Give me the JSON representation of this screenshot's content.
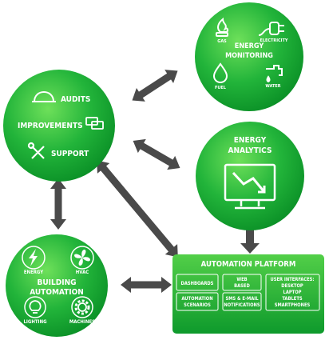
{
  "colors": {
    "green_light": "#6ee05a",
    "green_dark": "#0a8f26",
    "arrow": "#4a4a4a",
    "text": "#ffffff"
  },
  "energy_monitoring": {
    "title_line1": "ENERGY",
    "title_line2": "MONITORING",
    "items": [
      {
        "label": "GAS",
        "icon": "gas-flame-icon"
      },
      {
        "label": "ELECTRICITY",
        "icon": "plug-icon"
      },
      {
        "label": "FUEL",
        "icon": "fuel-drop-icon"
      },
      {
        "label": "WATER",
        "icon": "water-tap-icon"
      }
    ]
  },
  "services": {
    "audits": "AUDITS",
    "improvements": "IMPROVEMENTS",
    "support": "SUPPORT",
    "icons": [
      "hard-hat-icon",
      "screens-icon",
      "tools-icon"
    ]
  },
  "energy_analytics": {
    "title_line1": "ENERGY",
    "title_line2": "ANALYTICS",
    "icon": "monitor-chart-icon"
  },
  "building_automation": {
    "title_line1": "BUILDING",
    "title_line2": "AUTOMATION",
    "items": [
      {
        "label": "ENERGY",
        "icon": "lightning-icon"
      },
      {
        "label": "HVAC",
        "icon": "fan-icon"
      },
      {
        "label": "LIGHTING",
        "icon": "bulb-icon"
      },
      {
        "label": "MACHINES",
        "icon": "gear-icon"
      }
    ]
  },
  "automation_platform": {
    "title": "AUTOMATION PLATFORM",
    "boxes": {
      "dashboards": "DASHBOARDS",
      "web_line1": "WEB",
      "web_line2": "BASED",
      "auto_line1": "AUTOMATION",
      "auto_line2": "SCENARIOS",
      "sms_line1": "SMS & E-MAIL",
      "sms_line2": "NOTIFICATIONS"
    },
    "interfaces": [
      "USER INTERFACES:",
      "DESKTOP",
      "LAPTOP",
      "TABLETS",
      "SMARTPHONES"
    ]
  }
}
